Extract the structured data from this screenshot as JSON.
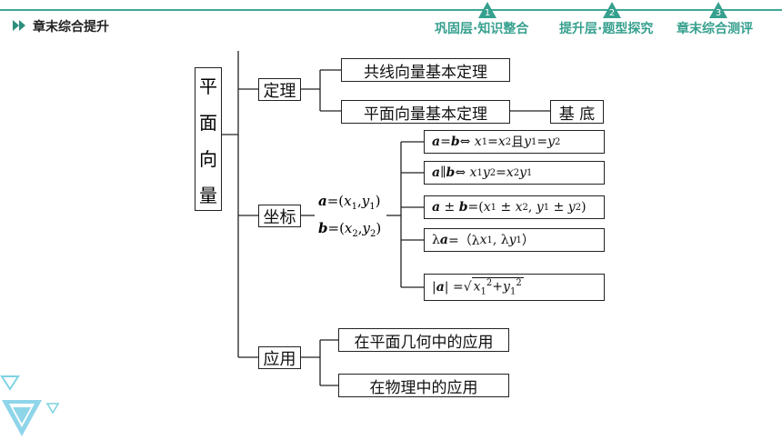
{
  "header": {
    "chapter_title": "章末综合提升",
    "steps": [
      {
        "number": "1",
        "label": "巩固层·知识整合"
      },
      {
        "number": "2",
        "label": "提升层·题型探究"
      },
      {
        "number": "3",
        "label": "章末综合测评"
      }
    ],
    "accent_color": "#3fa896"
  },
  "diagram": {
    "root": [
      "平",
      "面",
      "向",
      "量"
    ],
    "theorem": {
      "label": "定理",
      "collinear": "共线向量基本定理",
      "plane": "平面向量基本定理",
      "basis": "基 底"
    },
    "coordinate": {
      "label": "坐标",
      "def_a": "a=(x1,y1)",
      "def_b": "b=(x2,y2)",
      "formulas": [
        "a=b⇔ x1=x2且y1=y2",
        "a∥b⇔ x1y2=x2y1",
        "a ± b=(x1 ± x2, y1 ± y2)",
        "λa=（λx1, λy1）",
        "|a| =√(x1²+y1²)"
      ]
    },
    "application": {
      "label": "应用",
      "geometry": "在平面几何中的应用",
      "physics": "在物理中的应用"
    }
  }
}
